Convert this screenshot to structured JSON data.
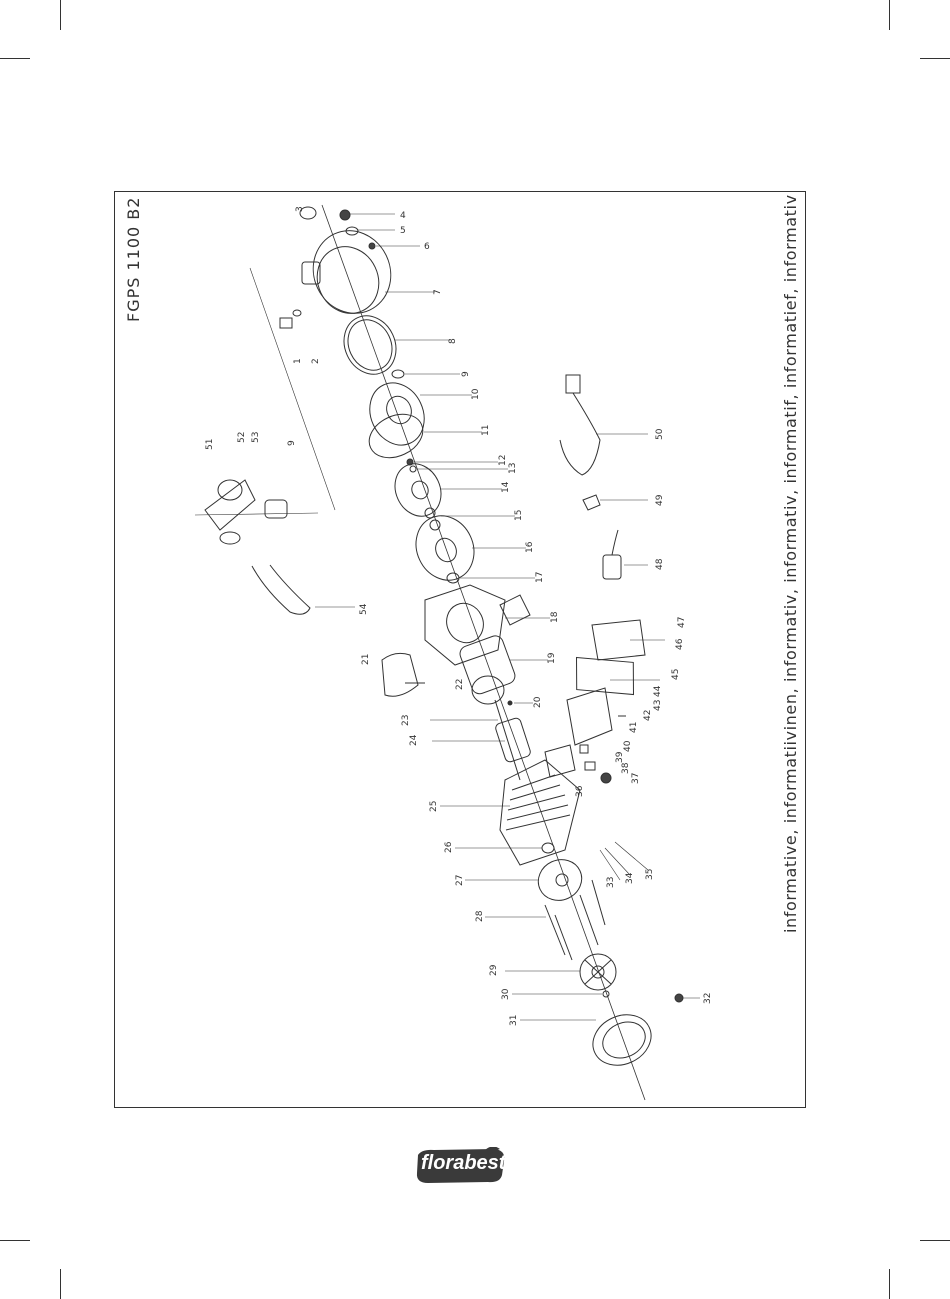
{
  "document": {
    "model": "FGPS 1100 B2",
    "languages_note": "informative, informatiivinen, informativ, informativ, informatif, informatief, informativ",
    "brand": "florabest",
    "trademark": "®"
  },
  "diagram": {
    "type": "exploded-parts-drawing",
    "part_numbers": [
      "1",
      "2",
      "3",
      "4",
      "5",
      "6",
      "7",
      "8",
      "9",
      "10",
      "11",
      "12",
      "13",
      "14",
      "15",
      "16",
      "17",
      "18",
      "19",
      "20",
      "21",
      "22",
      "23",
      "24",
      "25",
      "26",
      "27",
      "28",
      "29",
      "30",
      "31",
      "32",
      "33",
      "34",
      "35",
      "36",
      "37",
      "38",
      "39",
      "40",
      "41",
      "42",
      "43",
      "44",
      "45",
      "46",
      "47",
      "48",
      "49",
      "50",
      "51",
      "52",
      "53",
      "54",
      "9"
    ]
  },
  "colors": {
    "line": "#333333",
    "logo_bg": "#3a3a3a",
    "logo_text": "#ffffff"
  }
}
